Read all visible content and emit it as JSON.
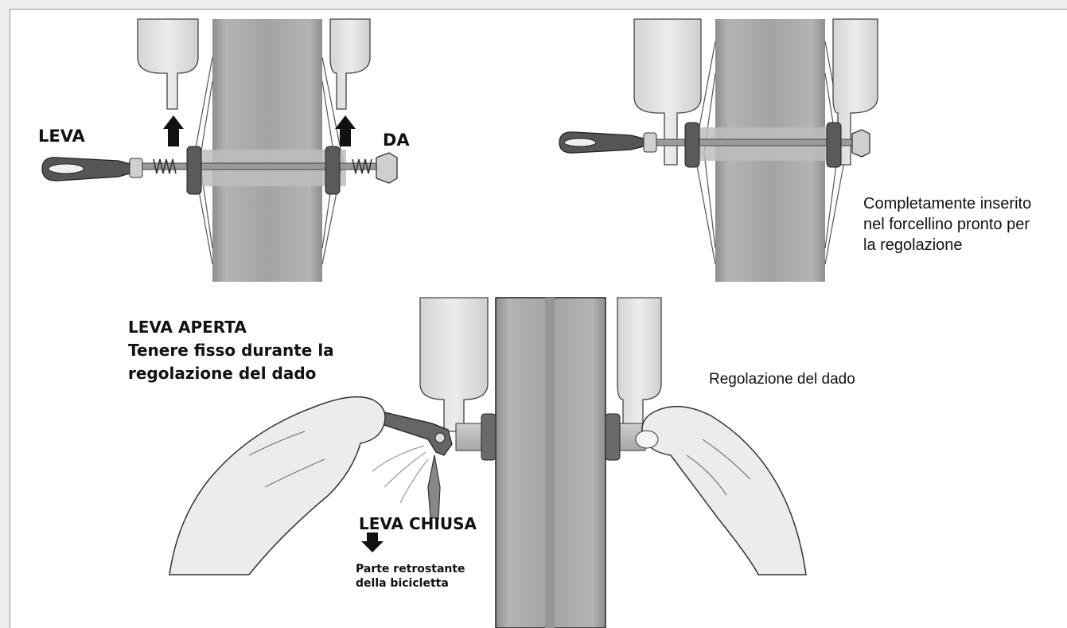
{
  "labels": {
    "leva": "LEVA",
    "da": "DA",
    "completamente": "Completamente inserito nel forcellino pronto per la regolazione",
    "leva_aperta": "LEVA APERTA",
    "tenere_line1": "Tenere fisso durante la",
    "tenere_line2": "regolazione del dado",
    "regolazione_dado": "Regolazione del dado",
    "leva_chiusa": "LEVA CHIUSA",
    "parte_line1": "Parte retrostante",
    "parte_line2": "della bicicletta"
  },
  "colors": {
    "background": "#ededed",
    "page": "#ffffff",
    "tire": "#a9a9a9",
    "tire_center": "#8f8f8f",
    "fork": "#e2e2e2",
    "outline": "#333333",
    "hand": "#ececec"
  },
  "icons": [
    "up-arrow-icon",
    "down-arrow-icon"
  ]
}
